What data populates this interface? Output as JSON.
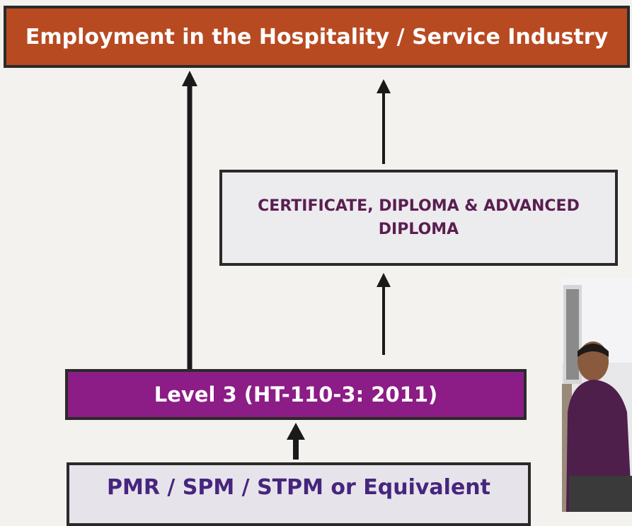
{
  "boxes": {
    "top": "Employment in the Hospitality / Service Industry",
    "certificate": "CERTIFICATE, DIPLOMA & ADVANCED DIPLOMA",
    "level": "Level 3 (HT-110-3: 2011)",
    "entry": "PMR / SPM / STPM or Equivalent"
  },
  "colors": {
    "top_box_fill": "#b84a22",
    "level_box_fill": "#8c1c86",
    "certificate_text": "#5a1e50",
    "entry_text": "#46257e",
    "arrow": "#1a1a1a"
  }
}
